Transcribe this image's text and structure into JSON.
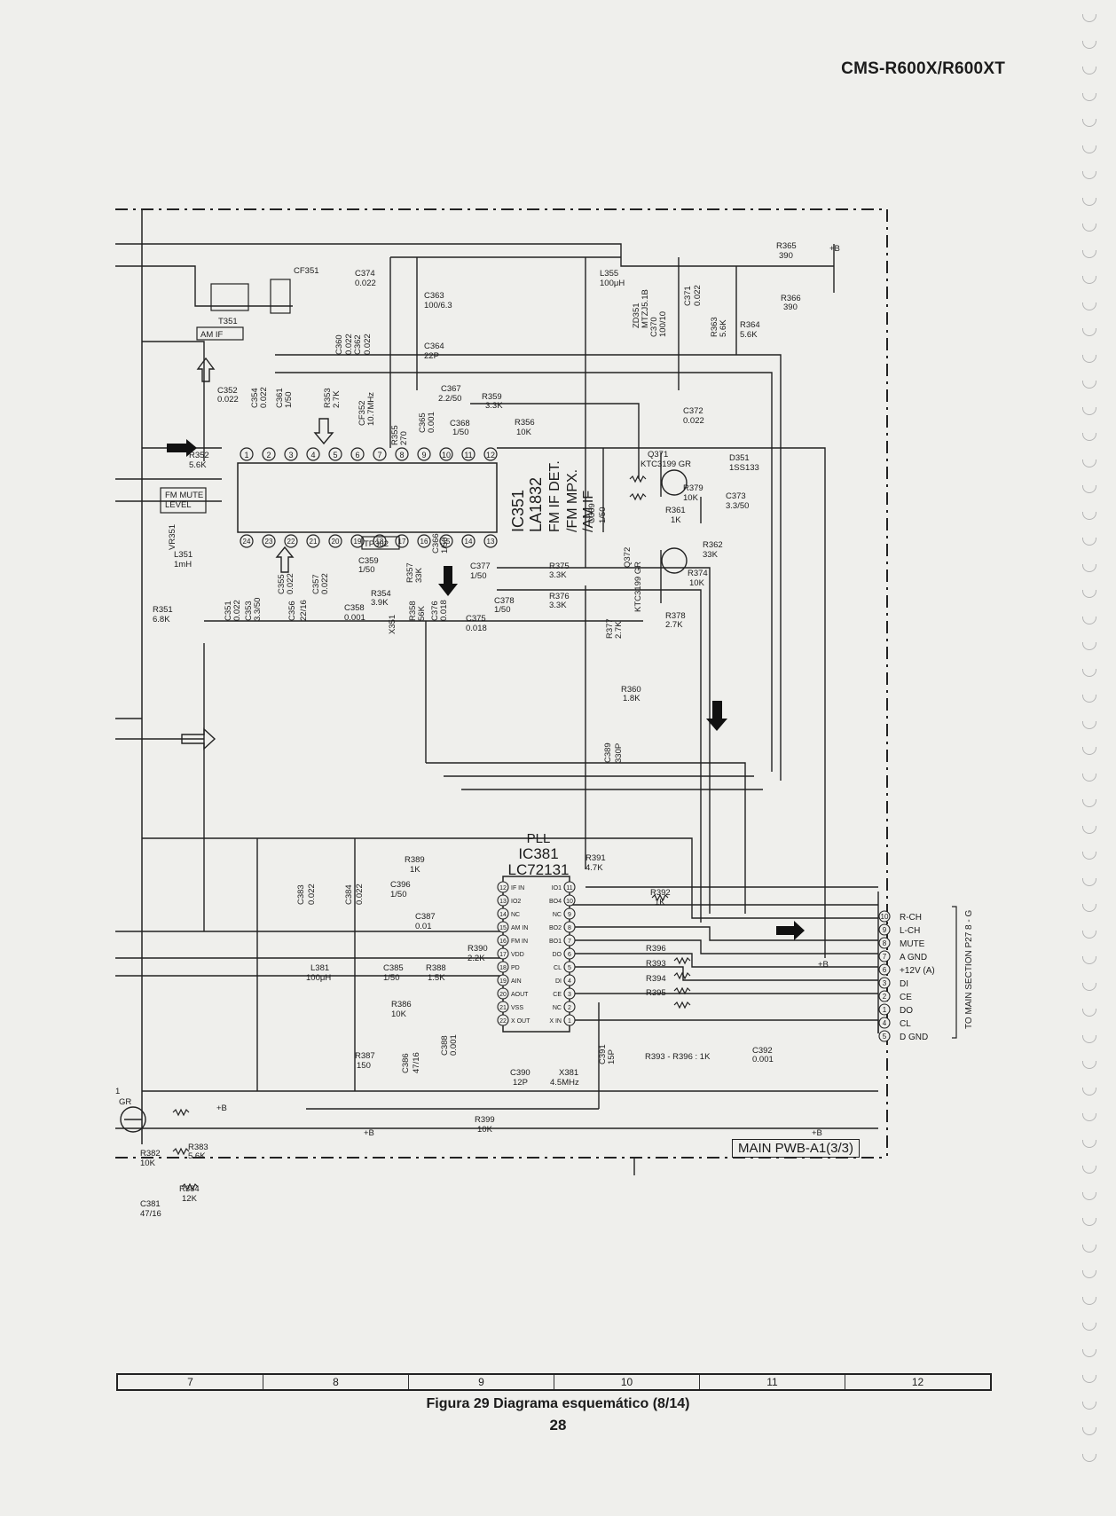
{
  "header": {
    "model": "CMS-R600X/R600XT"
  },
  "footer": {
    "caption": "Figura 29 Diagrama esquemático (8/14)",
    "page_number": "28",
    "grid_columns": [
      "7",
      "8",
      "9",
      "10",
      "11",
      "12"
    ]
  },
  "board_label": "MAIN PWB-A1(3/3)",
  "ic351": {
    "ref": "IC351",
    "part": "LA1832",
    "desc1": "FM IF DET.",
    "desc2": "/FM MPX.",
    "desc3": "/AM IF",
    "top_pins": [
      "1",
      "2",
      "3",
      "4",
      "5",
      "6",
      "7",
      "8",
      "9",
      "10",
      "11",
      "12"
    ],
    "bottom_pins": [
      "24",
      "23",
      "22",
      "21",
      "20",
      "19",
      "18",
      "17",
      "16",
      "15",
      "14",
      "13"
    ]
  },
  "ic381": {
    "title": "PLL",
    "ref": "IC381",
    "part": "LC72131",
    "left_pins": [
      {
        "num": "12",
        "name": "IF IN"
      },
      {
        "num": "13",
        "name": "IO2"
      },
      {
        "num": "14",
        "name": "NC"
      },
      {
        "num": "15",
        "name": "AM IN"
      },
      {
        "num": "16",
        "name": "FM IN"
      },
      {
        "num": "17",
        "name": "VDD"
      },
      {
        "num": "18",
        "name": "PD"
      },
      {
        "num": "19",
        "name": "AIN"
      },
      {
        "num": "20",
        "name": "AOUT"
      },
      {
        "num": "21",
        "name": "VSS"
      },
      {
        "num": "22",
        "name": "X OUT"
      }
    ],
    "right_pins": [
      {
        "num": "11",
        "name": "IO1"
      },
      {
        "num": "10",
        "name": "BO4"
      },
      {
        "num": "9",
        "name": "NC"
      },
      {
        "num": "8",
        "name": "BO2"
      },
      {
        "num": "7",
        "name": "BO1"
      },
      {
        "num": "6",
        "name": "DO"
      },
      {
        "num": "5",
        "name": "CL"
      },
      {
        "num": "4",
        "name": "DI"
      },
      {
        "num": "3",
        "name": "CE"
      },
      {
        "num": "2",
        "name": "NC"
      },
      {
        "num": "1",
        "name": "X IN"
      }
    ]
  },
  "connector": {
    "side_label": "TO MAIN SECTION P27 8 - G",
    "pins": [
      {
        "num": "10",
        "name": "R-CH"
      },
      {
        "num": "9",
        "name": "L-CH"
      },
      {
        "num": "8",
        "name": "MUTE"
      },
      {
        "num": "7",
        "name": "A GND"
      },
      {
        "num": "6",
        "name": "+12V  (A)"
      },
      {
        "num": "3",
        "name": "DI"
      },
      {
        "num": "2",
        "name": "CE"
      },
      {
        "num": "1",
        "name": "DO"
      },
      {
        "num": "4",
        "name": "CL"
      },
      {
        "num": "5",
        "name": "D GND"
      }
    ]
  },
  "labels": [
    {
      "id": "cf351",
      "t": "CF351"
    },
    {
      "id": "t351",
      "t": "T351"
    },
    {
      "id": "am_if",
      "t": "AM IF"
    },
    {
      "id": "c374",
      "t": "C374"
    },
    {
      "id": "c374v",
      "t": "0.022"
    },
    {
      "id": "c363",
      "t": "C363"
    },
    {
      "id": "c363v",
      "t": "100/6.3"
    },
    {
      "id": "c360",
      "t": "C360"
    },
    {
      "id": "c360v",
      "t": "0.022"
    },
    {
      "id": "c362",
      "t": "C362"
    },
    {
      "id": "c362v",
      "t": "0.022"
    },
    {
      "id": "c364",
      "t": "C364"
    },
    {
      "id": "c364v",
      "t": "22P"
    },
    {
      "id": "c352",
      "t": "C352"
    },
    {
      "id": "c352v",
      "t": "0.022"
    },
    {
      "id": "c354",
      "t": "C354"
    },
    {
      "id": "c354v",
      "t": "0.022"
    },
    {
      "id": "c361",
      "t": "C361"
    },
    {
      "id": "c361v",
      "t": "1/50"
    },
    {
      "id": "r353",
      "t": "R353"
    },
    {
      "id": "r353v",
      "t": "2.7K"
    },
    {
      "id": "cf352",
      "t": "CF352"
    },
    {
      "id": "cf352v",
      "t": "10.7MHz"
    },
    {
      "id": "r355",
      "t": "R355"
    },
    {
      "id": "r355v",
      "t": "270"
    },
    {
      "id": "c365",
      "t": "C365"
    },
    {
      "id": "c365v",
      "t": "0.001"
    },
    {
      "id": "c367",
      "t": "C367"
    },
    {
      "id": "c367v",
      "t": "2.2/50"
    },
    {
      "id": "r359",
      "t": "R359"
    },
    {
      "id": "r359v",
      "t": "3.3K"
    },
    {
      "id": "c368",
      "t": "C368"
    },
    {
      "id": "c368v",
      "t": "1/50"
    },
    {
      "id": "r356",
      "t": "R356"
    },
    {
      "id": "r356v",
      "t": "10K"
    },
    {
      "id": "r352",
      "t": "R352"
    },
    {
      "id": "r352v",
      "t": "5.6K"
    },
    {
      "id": "fm_mute",
      "t": "FM MUTE"
    },
    {
      "id": "level",
      "t": "LEVEL"
    },
    {
      "id": "vr351",
      "t": "VR351"
    },
    {
      "id": "l351",
      "t": "L351"
    },
    {
      "id": "l351v",
      "t": "1mH"
    },
    {
      "id": "r351",
      "t": "R351"
    },
    {
      "id": "r351v",
      "t": "6.8K"
    },
    {
      "id": "c351",
      "t": "C351"
    },
    {
      "id": "c351v",
      "t": "0.022"
    },
    {
      "id": "c353",
      "t": "C353"
    },
    {
      "id": "c353v",
      "t": "3.3/50"
    },
    {
      "id": "c355",
      "t": "C355"
    },
    {
      "id": "c355v",
      "t": "0.022"
    },
    {
      "id": "c356",
      "t": "C356"
    },
    {
      "id": "c356v",
      "t": "22/16"
    },
    {
      "id": "c357",
      "t": "C357"
    },
    {
      "id": "c357v",
      "t": "0.022"
    },
    {
      "id": "c358",
      "t": "C358"
    },
    {
      "id": "c358v",
      "t": "0.001"
    },
    {
      "id": "tp302",
      "t": "TP302"
    },
    {
      "id": "c359",
      "t": "C359"
    },
    {
      "id": "c359v",
      "t": "1/50"
    },
    {
      "id": "r354",
      "t": "R354"
    },
    {
      "id": "r354v",
      "t": "3.9K"
    },
    {
      "id": "r357",
      "t": "R357"
    },
    {
      "id": "r357v",
      "t": "33K"
    },
    {
      "id": "c366",
      "t": "C366"
    },
    {
      "id": "c366v",
      "t": "1/50"
    },
    {
      "id": "r358",
      "t": "R358"
    },
    {
      "id": "r358v",
      "t": "56K"
    },
    {
      "id": "x351",
      "t": "X351"
    },
    {
      "id": "c376",
      "t": "C376"
    },
    {
      "id": "c376v",
      "t": "0.018"
    },
    {
      "id": "c375",
      "t": "C375"
    },
    {
      "id": "c375v",
      "t": "0.018"
    },
    {
      "id": "c377",
      "t": "C377"
    },
    {
      "id": "c377v",
      "t": "1/50"
    },
    {
      "id": "c378",
      "t": "C378"
    },
    {
      "id": "c378v",
      "t": "1/50"
    },
    {
      "id": "r375",
      "t": "R375"
    },
    {
      "id": "r375v",
      "t": "3.3K"
    },
    {
      "id": "r376",
      "t": "R376"
    },
    {
      "id": "r376v",
      "t": "3.3K"
    },
    {
      "id": "c369",
      "t": "C369"
    },
    {
      "id": "c369v",
      "t": "1/50"
    },
    {
      "id": "l355",
      "t": "L355"
    },
    {
      "id": "l355v",
      "t": "100μH"
    },
    {
      "id": "zd351",
      "t": "ZD351"
    },
    {
      "id": "zd351v",
      "t": "MTZJ5.1B"
    },
    {
      "id": "c370",
      "t": "C370"
    },
    {
      "id": "c370v",
      "t": "100/10"
    },
    {
      "id": "c371",
      "t": "C371"
    },
    {
      "id": "c371v",
      "t": "0.022"
    },
    {
      "id": "r363",
      "t": "R363"
    },
    {
      "id": "r363v",
      "t": "5.6K"
    },
    {
      "id": "r364",
      "t": "R364"
    },
    {
      "id": "r364v",
      "t": "5.6K"
    },
    {
      "id": "r365",
      "t": "R365"
    },
    {
      "id": "r365v",
      "t": "390"
    },
    {
      "id": "r366",
      "t": "R366"
    },
    {
      "id": "r366v",
      "t": "390"
    },
    {
      "id": "c372",
      "t": "C372"
    },
    {
      "id": "c372v",
      "t": "0.022"
    },
    {
      "id": "q371",
      "t": "Q371"
    },
    {
      "id": "q371v",
      "t": "KTC3199 GR"
    },
    {
      "id": "d351",
      "t": "D351"
    },
    {
      "id": "d351v",
      "t": "1SS133"
    },
    {
      "id": "r379",
      "t": "R379"
    },
    {
      "id": "r379v",
      "t": "10K"
    },
    {
      "id": "c373",
      "t": "C373"
    },
    {
      "id": "c373v",
      "t": "3.3/50"
    },
    {
      "id": "r361",
      "t": "R361"
    },
    {
      "id": "r361v",
      "t": "1K"
    },
    {
      "id": "q372",
      "t": "Q372"
    },
    {
      "id": "q372v",
      "t": "KTC3199 GR"
    },
    {
      "id": "r362",
      "t": "R362"
    },
    {
      "id": "r362v",
      "t": "33K"
    },
    {
      "id": "r374",
      "t": "R374"
    },
    {
      "id": "r374v",
      "t": "10K"
    },
    {
      "id": "r377",
      "t": "R377"
    },
    {
      "id": "r377v",
      "t": "2.7K"
    },
    {
      "id": "r378",
      "t": "R378"
    },
    {
      "id": "r378v",
      "t": "2.7K"
    },
    {
      "id": "r360",
      "t": "R360"
    },
    {
      "id": "r360v",
      "t": "1.8K"
    },
    {
      "id": "c389",
      "t": "C389"
    },
    {
      "id": "c389v",
      "t": "330P"
    },
    {
      "id": "r389",
      "t": "R389"
    },
    {
      "id": "r389v",
      "t": "1K"
    },
    {
      "id": "r391",
      "t": "R391"
    },
    {
      "id": "r391v",
      "t": "4.7K"
    },
    {
      "id": "c383",
      "t": "C383"
    },
    {
      "id": "c383v",
      "t": "0.022"
    },
    {
      "id": "c384",
      "t": "C384"
    },
    {
      "id": "c384v",
      "t": "0.022"
    },
    {
      "id": "c396",
      "t": "C396"
    },
    {
      "id": "c396v",
      "t": "1/50"
    },
    {
      "id": "c387",
      "t": "C387"
    },
    {
      "id": "c387v",
      "t": "0.01"
    },
    {
      "id": "r392",
      "t": "R392"
    },
    {
      "id": "r392v",
      "t": "1K"
    },
    {
      "id": "r390",
      "t": "R390"
    },
    {
      "id": "r390v",
      "t": "2.2K"
    },
    {
      "id": "l381",
      "t": "L381"
    },
    {
      "id": "l381v",
      "t": "100μH"
    },
    {
      "id": "c385",
      "t": "C385"
    },
    {
      "id": "c385v",
      "t": "1/50"
    },
    {
      "id": "r388",
      "t": "R388"
    },
    {
      "id": "r388v",
      "t": "1.5K"
    },
    {
      "id": "r386",
      "t": "R386"
    },
    {
      "id": "r386v",
      "t": "10K"
    },
    {
      "id": "r387",
      "t": "R387"
    },
    {
      "id": "r387v",
      "t": "150"
    },
    {
      "id": "c386",
      "t": "C386"
    },
    {
      "id": "c386v",
      "t": "47/16"
    },
    {
      "id": "c388",
      "t": "C388"
    },
    {
      "id": "c388v",
      "t": "0.001"
    },
    {
      "id": "c390",
      "t": "C390"
    },
    {
      "id": "c390v",
      "t": "12P"
    },
    {
      "id": "x381",
      "t": "X381"
    },
    {
      "id": "x381v",
      "t": "4.5MHz"
    },
    {
      "id": "c391",
      "t": "C391"
    },
    {
      "id": "c391v",
      "t": "15P"
    },
    {
      "id": "r396",
      "t": "R396"
    },
    {
      "id": "r393",
      "t": "R393"
    },
    {
      "id": "r394",
      "t": "R394"
    },
    {
      "id": "r395",
      "t": "R395"
    },
    {
      "id": "rnote",
      "t": "R393 - R396 : 1K"
    },
    {
      "id": "c392",
      "t": "C392"
    },
    {
      "id": "c392v",
      "t": "0.001"
    },
    {
      "id": "plus_b1",
      "t": "+B"
    },
    {
      "id": "plus_b2",
      "t": "+B"
    },
    {
      "id": "plus_b3",
      "t": "+B"
    },
    {
      "id": "plus_b4",
      "t": "+B"
    },
    {
      "id": "plus_b5",
      "t": "+B"
    },
    {
      "id": "q_gr",
      "t": "GR"
    },
    {
      "id": "one",
      "t": "1"
    },
    {
      "id": "r382",
      "t": "R382"
    },
    {
      "id": "r382v",
      "t": "10K"
    },
    {
      "id": "r383",
      "t": "R383"
    },
    {
      "id": "r383v",
      "t": "5.6K"
    },
    {
      "id": "r384",
      "t": "R384"
    },
    {
      "id": "r384v",
      "t": "12K"
    },
    {
      "id": "c381",
      "t": "C381"
    },
    {
      "id": "c381v",
      "t": "47/16"
    },
    {
      "id": "r399",
      "t": "R399"
    },
    {
      "id": "r399v",
      "t": "10K"
    }
  ]
}
